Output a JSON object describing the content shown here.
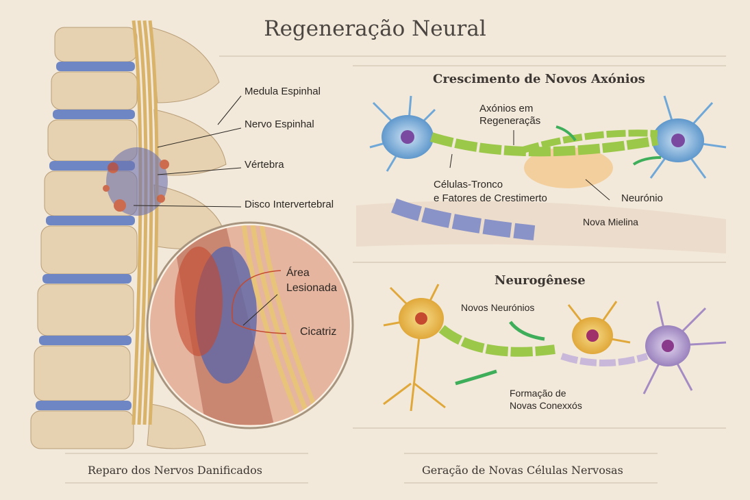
{
  "title": "Regeneração Neural",
  "spine_labels": [
    "Medula Espinhal",
    "Nervo Espinhal",
    "Vértebra",
    "Disco Intervertebral"
  ],
  "inset_labels": {
    "area_line1": "Área",
    "area_line2": "Lesionada",
    "scar": "Cicatriz"
  },
  "axon_panel": {
    "title": "Crescimento de Novos Axónios",
    "axons_line1": "Axónios em",
    "axons_line2": "Regeneraçãs",
    "stem_line1": "Células-Tronco",
    "stem_line2": "e Fatores de Crestimerto",
    "neuron": "Neurónio",
    "myelin": "Nova Mielina"
  },
  "neuro_panel": {
    "title": "Neurogênese",
    "new_neurons": "Novos Neurónios",
    "connections_line1": "Formação de",
    "connections_line2": "Novas Conexxós"
  },
  "captions": {
    "left": "Reparo dos Nervos Danificados",
    "right": "Geração de Novas Células Nervosas"
  },
  "colors": {
    "background": "#f2e9da",
    "disc": "#6f86c4",
    "nerve": "#d9b36a",
    "axon": "#9cc84a",
    "arrow": "#3fae5a",
    "neuron_blue": "#6fa8d8",
    "neuron_yellow": "#e8b640",
    "neuron_purple": "#a58bc4"
  }
}
